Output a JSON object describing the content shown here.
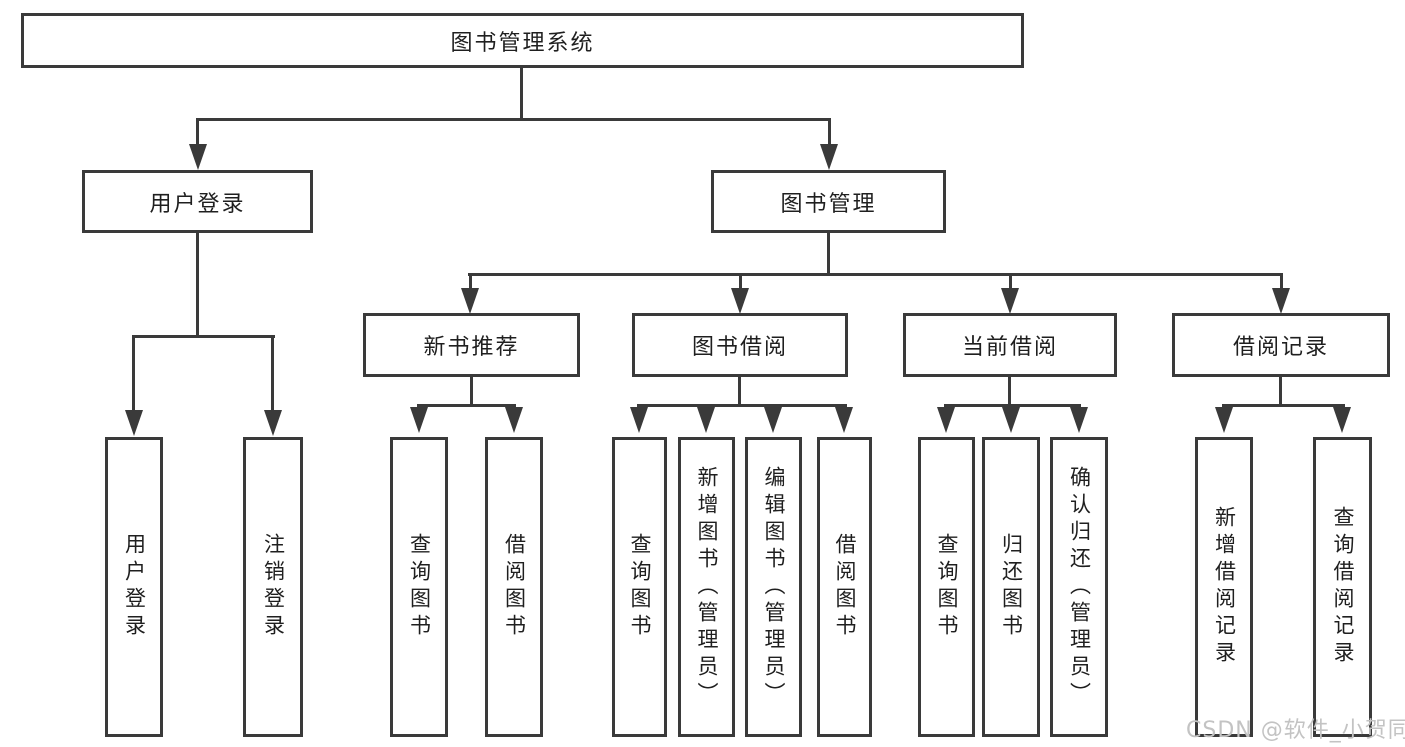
{
  "diagram": {
    "root": {
      "label": "图书管理系统"
    },
    "branches": [
      {
        "label": "用户登录",
        "children": [
          {
            "label": "用户登录"
          },
          {
            "label": "注销登录"
          }
        ]
      },
      {
        "label": "图书管理",
        "children": [
          {
            "label": "新书推荐",
            "children": [
              {
                "label": "查询图书"
              },
              {
                "label": "借阅图书"
              }
            ]
          },
          {
            "label": "图书借阅",
            "children": [
              {
                "label": "查询图书"
              },
              {
                "label": "新增图书（管理员）"
              },
              {
                "label": "编辑图书（管理员）"
              },
              {
                "label": "借阅图书"
              }
            ]
          },
          {
            "label": "当前借阅",
            "children": [
              {
                "label": "查询图书"
              },
              {
                "label": "归还图书"
              },
              {
                "label": "确认归还（管理员）"
              }
            ]
          },
          {
            "label": "借阅记录",
            "children": [
              {
                "label": "新增借阅记录"
              },
              {
                "label": "查询借阅记录"
              }
            ]
          }
        ]
      }
    ]
  },
  "watermark": {
    "text": "CSDN @软件_小贺同学"
  },
  "colors": {
    "line": "#3a3a3a",
    "text": "#1f1f1f",
    "watermark": "#c3c3c3",
    "background": "#ffffff"
  }
}
